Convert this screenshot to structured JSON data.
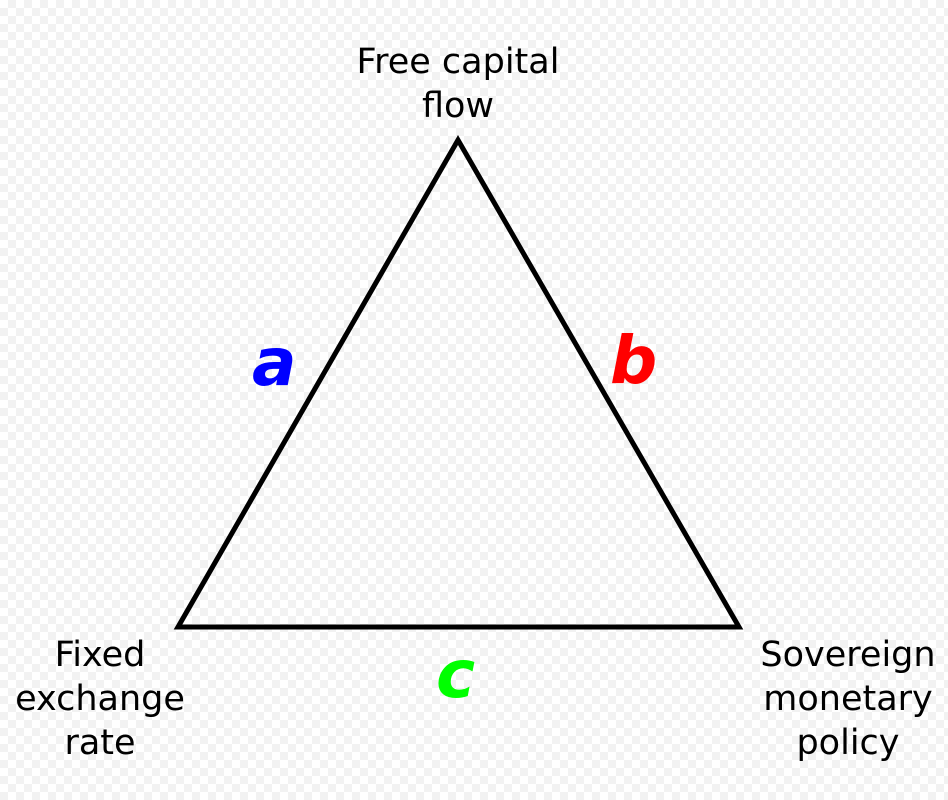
{
  "diagram": {
    "vertices": {
      "top": {
        "lines": [
          "Free capital",
          "flow"
        ]
      },
      "bottom_left": {
        "lines": [
          "Fixed",
          "exchange",
          "rate"
        ]
      },
      "bottom_right": {
        "lines": [
          "Sovereign",
          "monetary",
          "policy"
        ]
      }
    },
    "edges": {
      "left": {
        "label": "a",
        "color": "#0000ff"
      },
      "right": {
        "label": "b",
        "color": "#ff0000"
      },
      "bottom": {
        "label": "c",
        "color": "#00ff00"
      }
    },
    "colors": {
      "triangle_stroke": "#000000",
      "text": "#000000"
    }
  }
}
